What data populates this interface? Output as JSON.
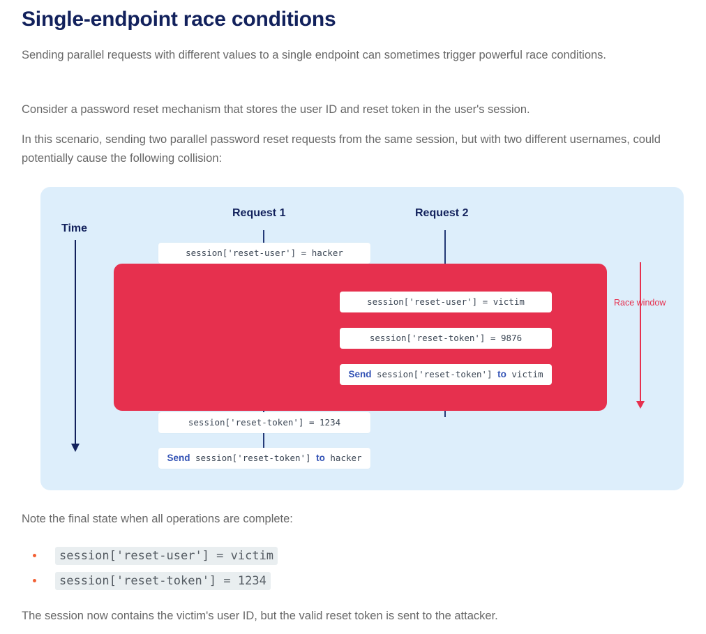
{
  "page": {
    "title": "Single-endpoint race conditions",
    "paragraphs": {
      "intro": "Sending parallel requests with different values to a single endpoint can sometimes trigger powerful race conditions.",
      "consider": "Consider a password reset mechanism that stores the user ID and reset token in the user's session.",
      "scenario": "In this scenario, sending two parallel password reset requests from the same session, but with two different usernames, could potentially cause the following collision:",
      "note": "Note the final state when all operations are complete:",
      "conclusion": "The session now contains the victim's user ID, but the valid reset token is sent to the attacker."
    },
    "final_state": [
      "session['reset-user'] = victim",
      "session['reset-token'] = 1234"
    ]
  },
  "diagram": {
    "time_label": "Time",
    "columns": [
      {
        "label": "Request 1"
      },
      {
        "label": "Request 2"
      }
    ],
    "race_window_label": "Race window",
    "events": [
      {
        "id": "r1-user",
        "column": "Request 1",
        "text": "session['reset-user'] = hacker",
        "inside_race_window": false
      },
      {
        "id": "r2-user",
        "column": "Request 2",
        "text": "session['reset-user'] = victim",
        "inside_race_window": true
      },
      {
        "id": "r2-token",
        "column": "Request 2",
        "text": "session['reset-token'] = 9876",
        "inside_race_window": true
      },
      {
        "id": "r2-send",
        "column": "Request 2",
        "prefix": "Send",
        "mid": "session['reset-token']",
        "joiner": "to",
        "target": "victim",
        "inside_race_window": true
      },
      {
        "id": "r1-token",
        "column": "Request 1",
        "text": "session['reset-token'] = 1234",
        "inside_race_window": false
      },
      {
        "id": "r1-send",
        "column": "Request 1",
        "prefix": "Send",
        "mid": "session['reset-token']",
        "joiner": "to",
        "target": "hacker",
        "inside_race_window": false
      }
    ]
  },
  "colors": {
    "heading": "#12215c",
    "body_text": "#676767",
    "diagram_background": "#ddeefb",
    "race_block": "#e6304e",
    "lifeline": "#243a77",
    "keyword_blue": "#3353b5",
    "bullet": "#f26135",
    "code_background": "#e9eef0"
  }
}
